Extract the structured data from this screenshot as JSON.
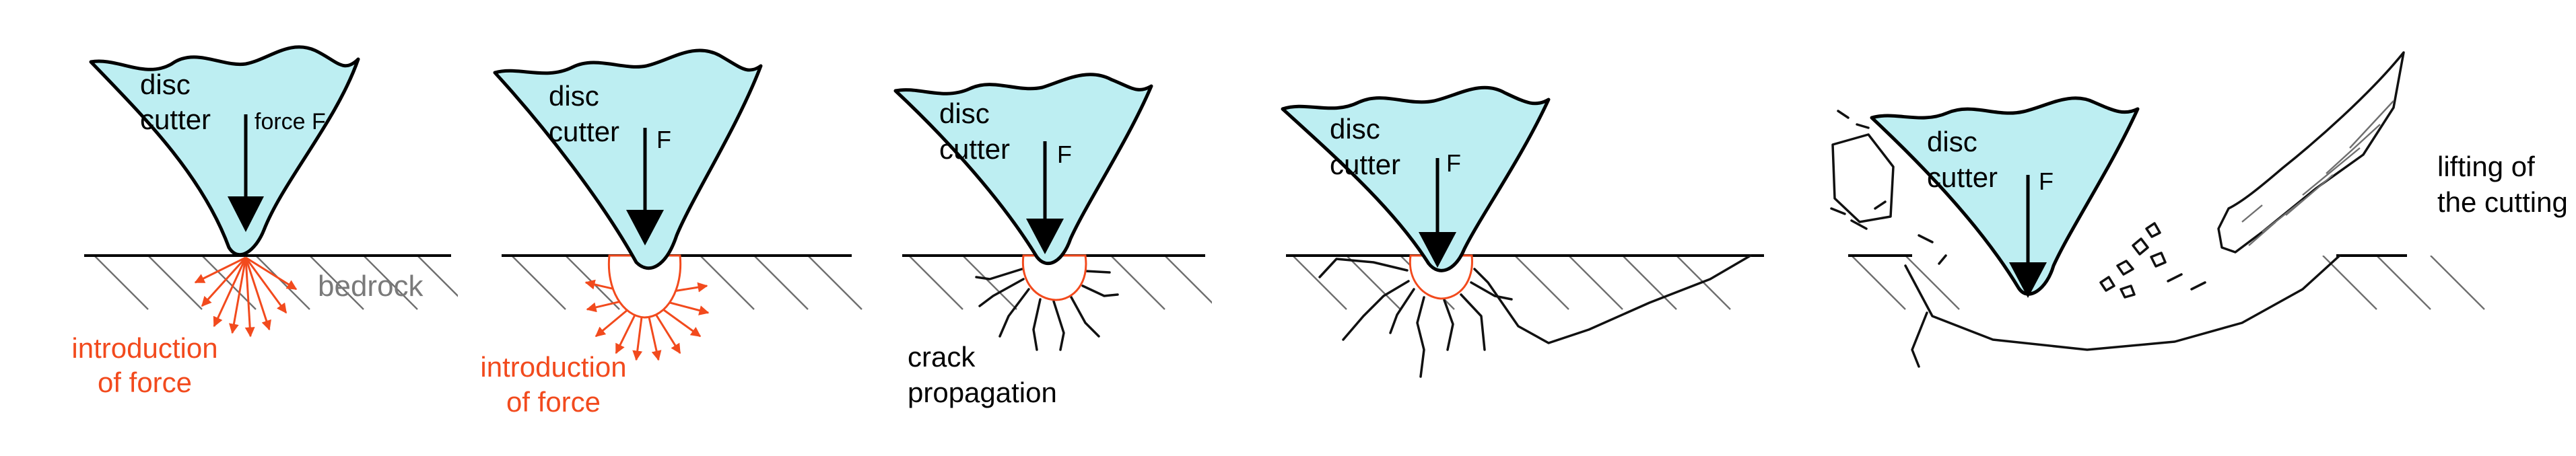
{
  "panels": [
    {
      "cutter_label_1": "disc",
      "cutter_label_2": "cutter",
      "force_label": "force F",
      "rock_label": "bedrock",
      "force_intro_1": "introduction",
      "force_intro_2": "of force"
    },
    {
      "cutter_label_1": "disc",
      "cutter_label_2": "cutter",
      "force_label": "F",
      "force_intro_1": "introduction",
      "force_intro_2": "of force"
    },
    {
      "cutter_label_1": "disc",
      "cutter_label_2": "cutter",
      "force_label": "F",
      "crack_label_1": "crack",
      "crack_label_2": "propagation"
    },
    {
      "cutter_label_1": "disc",
      "cutter_label_2": "cutter",
      "force_label": "F"
    },
    {
      "cutter_label_1": "disc",
      "cutter_label_2": "cutter",
      "force_label": "F",
      "lift_label_1": "lifting of",
      "lift_label_2": "the cutting"
    }
  ],
  "colors": {
    "cutter_fill": "#bdeef2",
    "force_zone": "#f24a1d",
    "outline": "#000000",
    "rock_label": "#7a7a7a"
  }
}
